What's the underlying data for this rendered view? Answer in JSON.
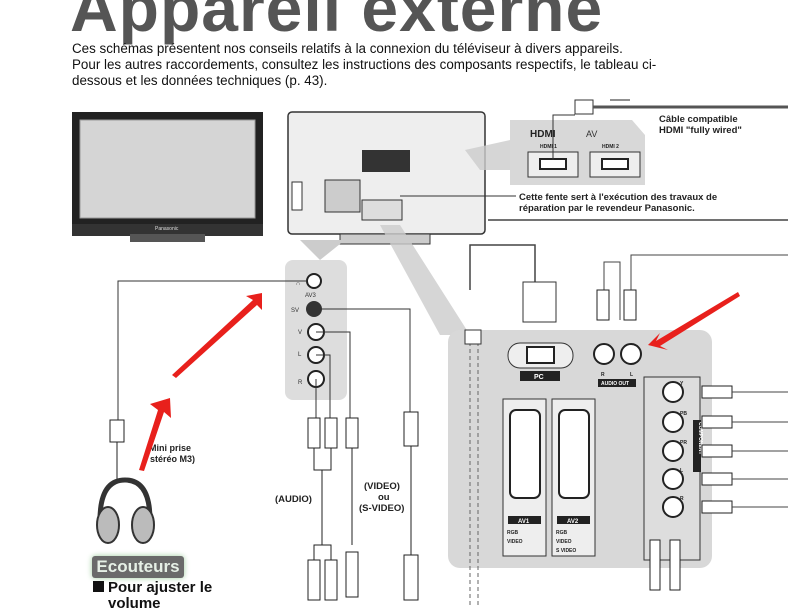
{
  "title": "Appareil externe",
  "intro": [
    "Ces schémas présentent nos conseils relatifs à la connexion du téléviseur à divers appareils.",
    "Pour les autres raccordements, consultez les instructions des composants respectifs, le tableau ci-",
    "dessous et les données techniques (p. 43)."
  ],
  "tv_brand": "Panasonic",
  "hdmi": {
    "logo": "HDMI",
    "av": "AV",
    "port1": "HDMI 1",
    "port2": "HDMI 2",
    "cable_line1": "Câble compatible",
    "cable_line2": "HDMI \"fully wired\""
  },
  "service_note": [
    "Cette fente sert à l'exécution des travaux de",
    "réparation par le revendeur Panasonic."
  ],
  "side_panel": {
    "av3": "AV3",
    "sv": "SV",
    "v": "V",
    "l": "L",
    "r": "R"
  },
  "labels": {
    "mini_plug": [
      "(Mini prise",
      "stéréo M3)"
    ],
    "audio": "(AUDIO)",
    "video": [
      "(VIDEO)",
      "ou",
      "(S-VIDEO)"
    ]
  },
  "rear_panel": {
    "pc": "PC",
    "audio_out": "AUDIO OUT",
    "r": "R",
    "l": "L",
    "av1": "AV1",
    "av2": "AV2",
    "av1_lines": [
      "RGB",
      "VIDEO"
    ],
    "av2_lines": [
      "RGB",
      "VIDEO",
      "S VIDEO"
    ],
    "component": "COMPONENT",
    "comp_ports": [
      "Y",
      "PB",
      "PR",
      "L",
      "R"
    ]
  },
  "headphones_heading": "Ecouteurs",
  "volume_text": [
    "Pour ajuster le",
    "volume"
  ],
  "colors": {
    "arrow": "#e8201c",
    "panel": "#d8d8d8",
    "title": "#555555"
  }
}
